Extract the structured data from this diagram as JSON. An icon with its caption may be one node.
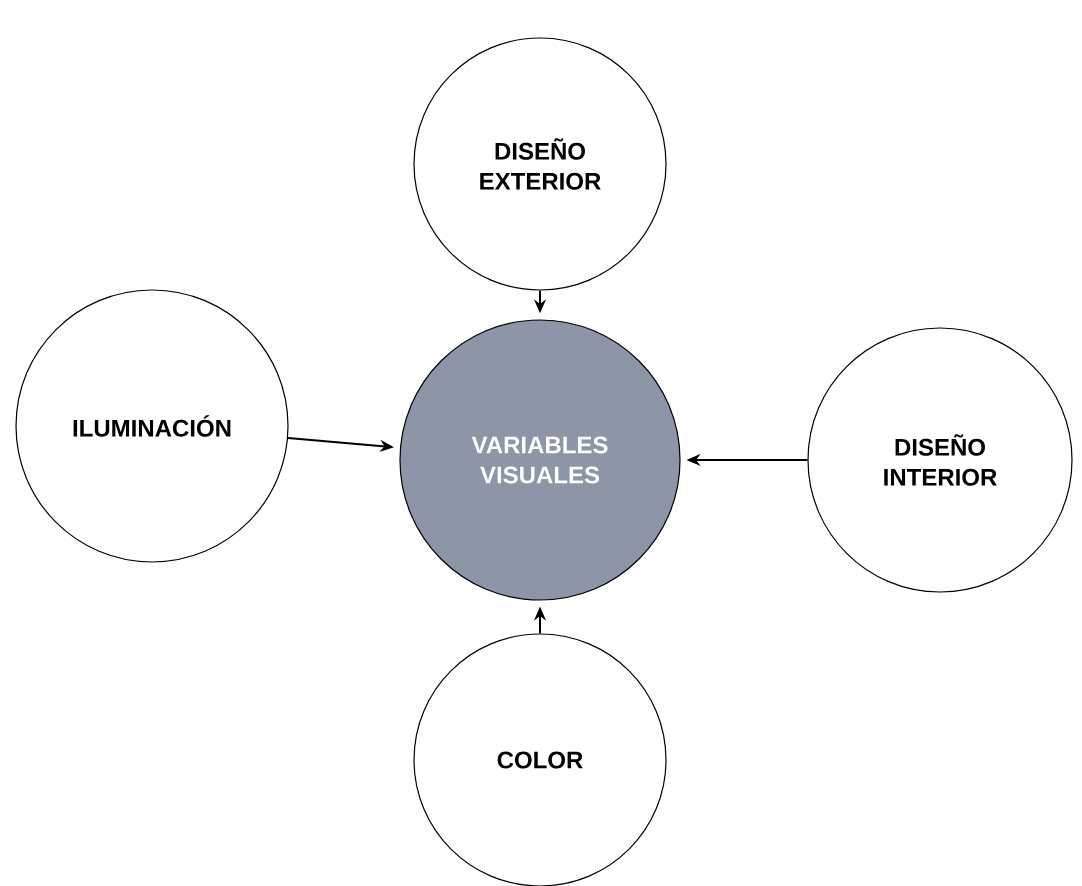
{
  "diagram": {
    "nodes": [
      {
        "text": [
          "DISEÑO EXTERIOR"
        ]
      },
      {
        "text": [
          "ILUMINACIÓN"
        ]
      },
      {
        "text": [
          "VARIABLES VISUALES"
        ]
      },
      {
        "text": [
          "DISEÑO INTERIOR"
        ]
      },
      {
        "text": [
          "COLOR"
        ]
      }
    ],
    "edges": [
      {
        "from": 0,
        "to": 2,
        "arrow": "to"
      },
      {
        "from": 1,
        "to": 2,
        "arrow": "to"
      },
      {
        "from": 3,
        "to": 2,
        "arrow": "to"
      },
      {
        "from": 4,
        "to": 2,
        "arrow": "to"
      }
    ]
  }
}
